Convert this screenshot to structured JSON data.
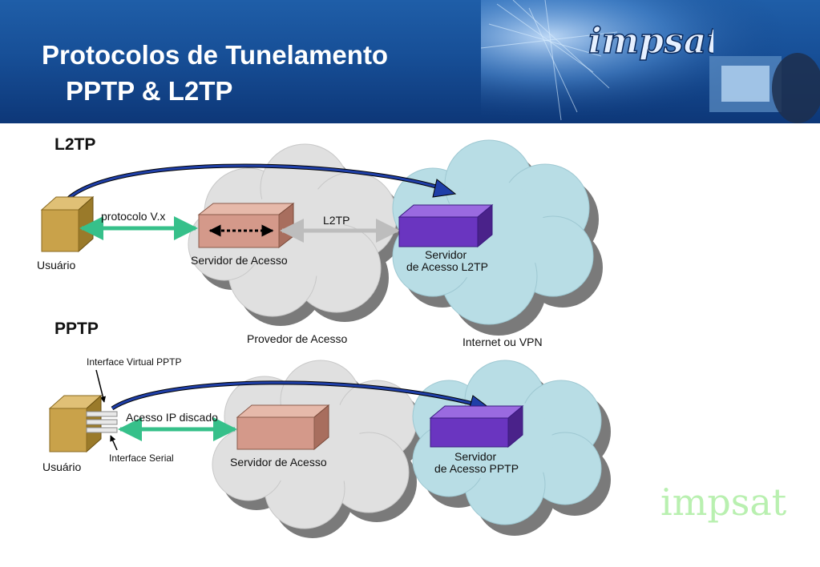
{
  "slide": {
    "title_line1": "Protocolos de Tunelamento",
    "title_line2": "PPTP & L2TP",
    "logo_text": "impsat",
    "watermark_text": "impsat"
  },
  "l2tp": {
    "heading": "L2TP",
    "user_label": "Usuário",
    "link1_label": "protocolo V.x",
    "access_server_label": "Servidor de Acesso",
    "link2_label": "L2TP",
    "server_line1": "Servidor",
    "server_line2": "de Acesso L2TP"
  },
  "clouds": {
    "provider_label": "Provedor de Acesso",
    "internet_label": "Internet ou VPN"
  },
  "pptp": {
    "heading": "PPTP",
    "virtual_iface_label": "Interface Virtual PPTP",
    "link1_label": "Acesso IP discado",
    "serial_iface_label": "Interface Serial",
    "user_label": "Usuário",
    "access_server_label": "Servidor de Acesso",
    "server_line1": "Servidor",
    "server_line2": "de Acesso PPTP"
  },
  "colors": {
    "header_blue": "#174f97",
    "user_box": "#c9a24a",
    "access_server_box": "#d4998a",
    "tunnel_server_box": "#6a35c0",
    "gray_cloud": "#e0e0e0",
    "blue_cloud": "#b8dde5",
    "link_arrow": "#36c08a",
    "tunnel_arrow": "#1f3fa8",
    "watermark": "#b9f0b0"
  }
}
